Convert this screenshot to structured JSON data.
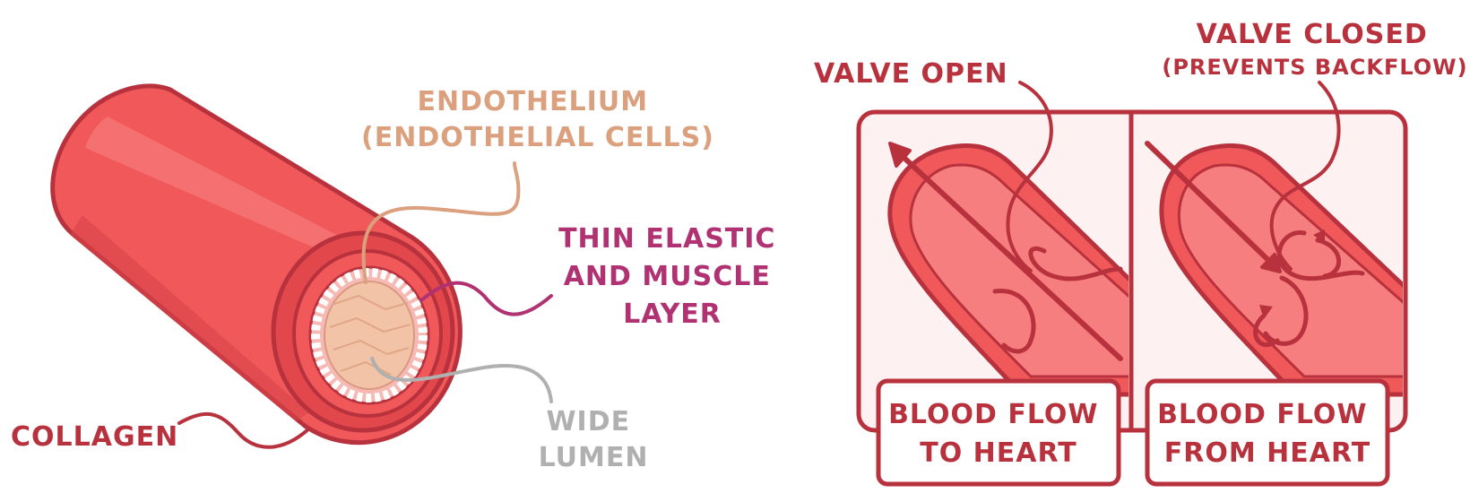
{
  "labels": {
    "endothelium": [
      "ENDOTHELIUM",
      "(ENDOTHELIAL CELLS)"
    ],
    "elastic_muscle": [
      "THIN ELASTIC",
      "AND MUSCLE",
      "LAYER"
    ],
    "lumen": [
      "WIDE",
      "LUMEN"
    ],
    "collagen": "COLLAGEN",
    "valve_open": "VALVE OPEN",
    "valve_closed": [
      "VALVE CLOSED",
      "(PREVENTS BACKFLOW)"
    ],
    "flow_to_heart": [
      "BLOOD FLOW",
      "TO HEART"
    ],
    "flow_from_heart": [
      "BLOOD FLOW",
      "FROM HEART"
    ]
  },
  "colors": {
    "vessel": "#f0585a",
    "vessel_dark": "#e1474b",
    "outline": "#b8323e",
    "panel_bg": "#fdf1f1",
    "endothelium_label": "#dba07d",
    "muscle_label": "#b03272",
    "lumen_label": "#b0b0b0"
  }
}
